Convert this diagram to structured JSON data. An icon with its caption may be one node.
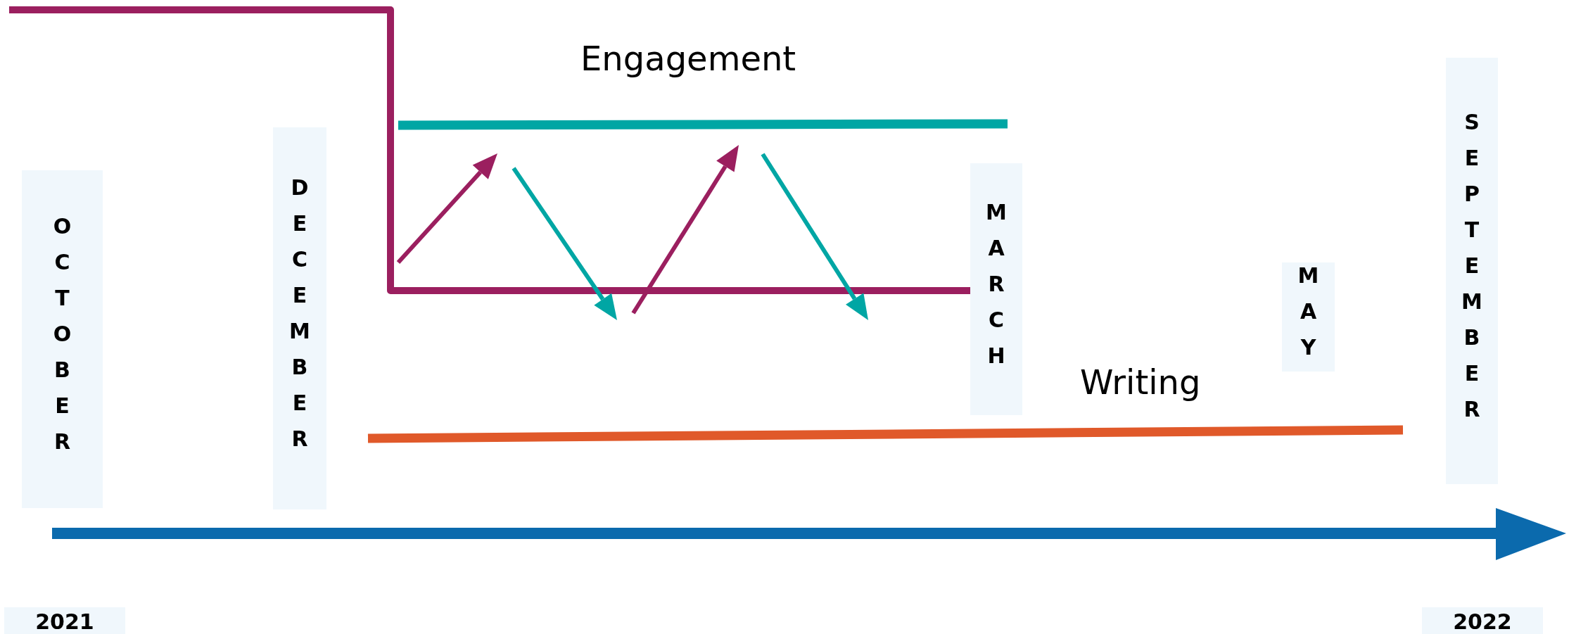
{
  "diagram": {
    "nodes": [
      {
        "text": [
          "OCTOBER"
        ]
      },
      {
        "text": [
          "DECEMBER"
        ]
      },
      {
        "text": [
          "MARCH"
        ]
      },
      {
        "text": [
          "MAY"
        ]
      },
      {
        "text": [
          "SEPTEMBER"
        ]
      },
      {
        "text": [
          "2021"
        ]
      },
      {
        "text": [
          "2022"
        ]
      }
    ],
    "labels": [
      "Engagement",
      "Writing"
    ]
  }
}
